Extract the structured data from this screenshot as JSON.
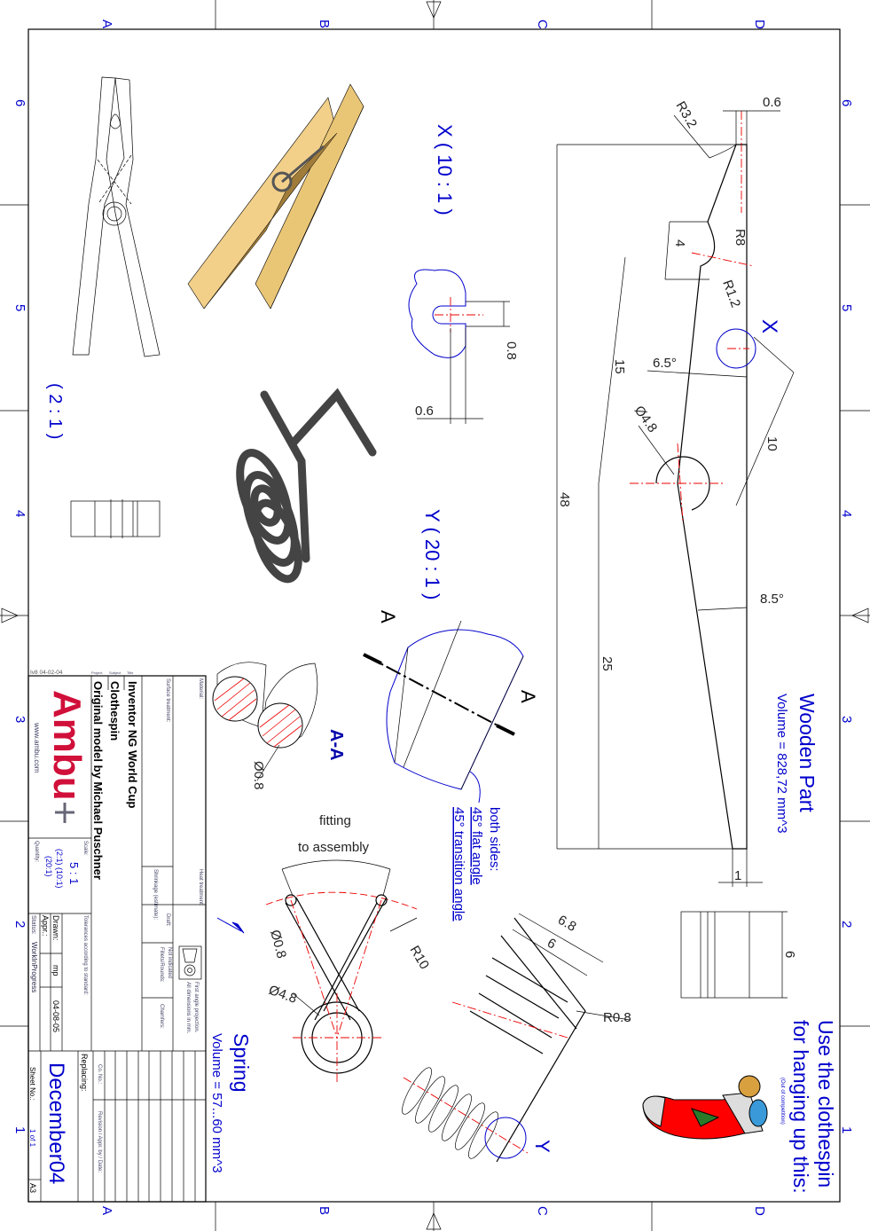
{
  "zones": {
    "letters": [
      "A",
      "B",
      "C",
      "D"
    ],
    "numbers": [
      "6",
      "5",
      "4",
      "3",
      "2",
      "1"
    ]
  },
  "views": {
    "overview_scale": "( 2 : 1 )",
    "detail_x_label": "X ( 10 : 1 )",
    "detail_y_label": "Y ( 20 : 1 )",
    "section_label": "A-A",
    "section_marker": "A"
  },
  "wooden_part": {
    "title": "Wooden Part",
    "volume": "Volume = 828,72 mm^3",
    "dims": {
      "top_width": "0.6",
      "r_top": "R3.2",
      "r_notch": "R8",
      "notch_depth": "4",
      "r_small": "R1.2",
      "detail_marker": "X",
      "angle1": "6.5°",
      "len15": "15",
      "hole": "Ø4.8",
      "len10": "10",
      "len48": "48",
      "angle2": "8.5°",
      "len25": "25",
      "tip": "1"
    }
  },
  "detail_x": {
    "d1": "0.8",
    "d2": "0.6"
  },
  "section": {
    "dia": "Ø0.8",
    "note1": "both sides:",
    "note2": "45° flat angle",
    "note3": "45° transition angle"
  },
  "spring": {
    "title": "Spring",
    "volume": "Volume = 57...60 mm^3",
    "fit1": "fitting",
    "fit2": "to assembly",
    "wire": "Ø0.8",
    "r10": "R10",
    "coil": "Ø4.8",
    "d68": "6.8",
    "d6": "6",
    "r08": "R0.8",
    "detail_marker": "Y",
    "side6": "6"
  },
  "note": {
    "line1": "Use the clothespin",
    "line2": "for hanging up this:",
    "sub": "(Out of competition)"
  },
  "colors": {
    "accent": "#0000cc",
    "centerline": "#ee0000",
    "logo": "#d0103a"
  },
  "title_block": {
    "version": "Iv8 04-02-04",
    "hdr_project": "Project",
    "hdr_subject": "Subject",
    "hdr_title": "Title",
    "project": "Inventor NG World Cup",
    "subject": "Clothespin",
    "title": "Original model by Michael Puschner",
    "logo": "Ambu",
    "url": "www.ambu.com",
    "material": "Material:",
    "surface": "Surface treatment:",
    "heat": "Heat treatment:",
    "shrinkage": "Shrinkage (estimate):",
    "draft": "Draft:",
    "fillets": "Fillets/Rounds:",
    "not_indicated": "Not indicated",
    "chamfers": "Chamfers:",
    "projection": "First angle projection.",
    "units": "All dimensions in mm.",
    "scale_label": "Scale:",
    "scale": "5 : 1",
    "scale2": "(2:1) (10:1)",
    "scale3": "(20:1)",
    "quantity": "Quantity:",
    "tolerances": "Tolerances according to standard:",
    "drawn_label": "Drawn:",
    "drawn_by": "mp",
    "drawn_date": "04-08-05",
    "appr_label": "Appr.:",
    "status_label": "Status:",
    "status": "WorkInProgress",
    "replacing": "Replacing:",
    "co_no": "Co. No.:",
    "revision": "Revision / Appr. by / Date:",
    "drawing_name": "December04",
    "sheet_label": "Sheet No.:",
    "sheet": "1  of  1",
    "size": "A3"
  }
}
